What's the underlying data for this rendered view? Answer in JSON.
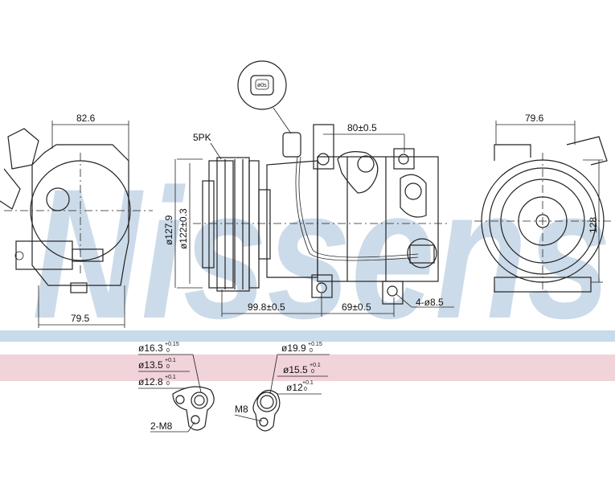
{
  "brand": {
    "watermark": "Nissens",
    "color": "#bcd0e4"
  },
  "bands": {
    "blue": "#c7dbea",
    "pink": "#f1d3da"
  },
  "connector": {
    "label": "ø0s"
  },
  "left_view": {
    "top_width": "82.6",
    "bottom_width": "79.5"
  },
  "side_view": {
    "belt": "5PK",
    "pulley_outer": "ø127.9",
    "pulley_inner": "ø122±0.3",
    "mount_top": "80±0.5",
    "pulley_to_mount": "99.8±0.5",
    "mount_spacing": "69±0.5",
    "mount_holes": "4-ø8.5"
  },
  "right_view": {
    "width": "79.6",
    "height": "128"
  },
  "fitting_left": {
    "d1": "ø16.3",
    "d1_tol_up": "+0.15",
    "d1_tol_dn": "0",
    "d2": "ø13.5",
    "d2_tol_up": "+0.1",
    "d2_tol_dn": "0",
    "d3": "ø12.8",
    "d3_tol_up": "+0.1",
    "d3_tol_dn": "0",
    "thread": "2-M8"
  },
  "fitting_right": {
    "d1": "ø19.9",
    "d1_tol_up": "+0.15",
    "d1_tol_dn": "0",
    "d2": "ø15.5",
    "d2_tol_up": "+0.1",
    "d2_tol_dn": "0",
    "d3": "ø12",
    "d3_tol_up": "+0.1",
    "d3_tol_dn": "0",
    "thread": "M8"
  }
}
